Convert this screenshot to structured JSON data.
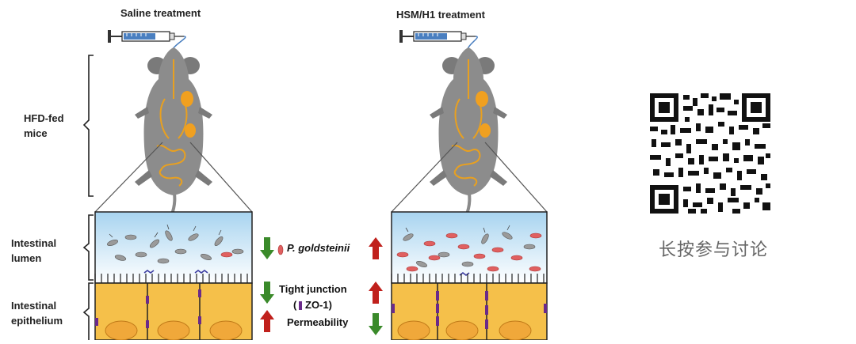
{
  "figure": {
    "left_title": "Saline treatment",
    "right_title": "HSM/H1 treatment",
    "row_labels": {
      "mice": [
        "HFD-fed",
        "mice"
      ],
      "lumen": [
        "Intestinal",
        "lumen"
      ],
      "epithelium": [
        "Intestinal",
        "epithelium"
      ]
    },
    "comparisons": {
      "bacterium": "P. goldsteinii",
      "tight_junction": "Tight junction",
      "zo1_prefix": "(",
      "zo1": "ZO-1)",
      "permeability": "Permeability"
    },
    "colors": {
      "up_arrow": "#c0201c",
      "down_arrow": "#3a8a2a",
      "bacteria_red": "#e06060",
      "epithelium_fill": "#f5c04a",
      "nucleus_fill": "#f0a83a",
      "zo1_color": "#6a2a8a",
      "lumen_top": "#a8d4f0"
    }
  },
  "qr": {
    "caption": "长按参与讨论"
  }
}
